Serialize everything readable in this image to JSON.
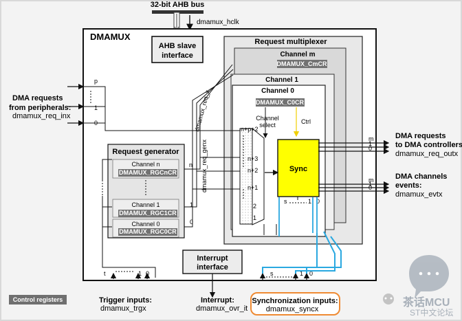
{
  "bus": {
    "label": "32-bit AHB bus",
    "clock": "dmamux_hclk"
  },
  "dmamux": {
    "title": "DMAMUX",
    "ahb_slave": [
      "AHB slave",
      "interface"
    ],
    "control_registers": "Control registers",
    "interrupt": [
      "Interrupt",
      "interface"
    ]
  },
  "request_multiplexer": {
    "title": "Request multiplexer",
    "channel_m": "Channel m",
    "channel_m_reg": "DMAMUX_CmCR",
    "channel_1": "Channel 1",
    "channel_0": "Channel 0",
    "channel_0_reg": "DMAMUX_C0CR",
    "channel_select": [
      "Channel",
      "select"
    ],
    "ctrl": "Ctrl",
    "mux_inputs": [
      "n+p+2",
      "n+3",
      "n+2",
      "n+1",
      "2",
      "1"
    ],
    "sync": "Sync",
    "sync_inputs": [
      "s",
      "1",
      "0"
    ],
    "dmamux_req_x": "dmamux_req_x"
  },
  "request_generator": {
    "title": "Request generator",
    "channels": [
      {
        "name": "Channel n",
        "reg": "DMAMUX_RGCnCR",
        "index": "n"
      },
      {
        "name": "Channel 1",
        "reg": "DMAMUX_RGC1CR",
        "index": "1"
      },
      {
        "name": "Channel 0",
        "reg": "DMAMUX_RGC0CR",
        "index": "0"
      }
    ],
    "dmamux_req_gen_x": "dmamux_req_genx"
  },
  "inputs": {
    "dma_requests": [
      "DMA requests",
      "from peripherals:",
      "dmamux_req_inx"
    ],
    "periph_indices": [
      "p",
      "1",
      "0"
    ],
    "trigger": [
      "Trigger inputs:",
      "dmamux_trgx"
    ],
    "trigger_indices": [
      "t",
      "1",
      "0"
    ],
    "interrupt": [
      "Interrupt:",
      "dmamux_ovr_it"
    ],
    "sync": [
      "Synchronization inputs:",
      "dmamux_syncx"
    ],
    "sync_indices": [
      "s",
      "1",
      "0"
    ]
  },
  "outputs": {
    "dma_requests": [
      "DMA requests",
      "to DMA controllers:",
      "dmamux_req_outx"
    ],
    "dma_events": [
      "DMA channels",
      "events:",
      "dmamux_evtx"
    ],
    "out_indices": [
      "m",
      "1",
      "0"
    ]
  },
  "watermark": {
    "line1": "茶话MCU",
    "line2": "ST中文论坛"
  },
  "colors": {
    "outer": "#f2f2f2",
    "block_fill": "#ececec",
    "reg_fill": "#727272",
    "sync_fill": "#ffff00",
    "sync_lines": "#29a8e0",
    "sync_frame": "#ef8a32"
  }
}
